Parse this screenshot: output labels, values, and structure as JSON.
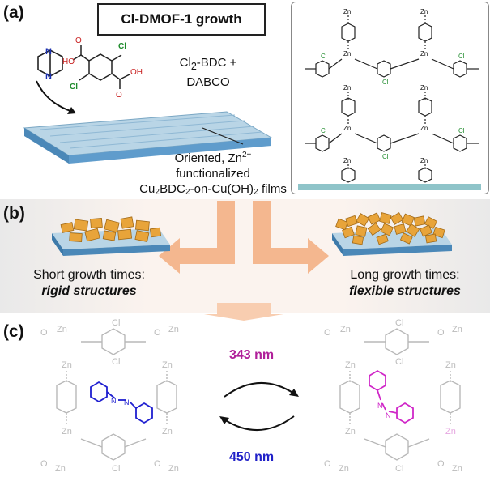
{
  "panel_a": {
    "label": "(a)",
    "title": "Cl-DMOF-1 growth",
    "reagent_line1": "Cl",
    "reagent_sub": "2",
    "reagent_line1_rest": "-BDC +",
    "reagent_line2": "DABCO",
    "film_line1_pre": "Oriented, Zn",
    "film_line1_sup": "2+",
    "film_line1_post": " functionalized",
    "film_line2": "Cu₂BDC₂-on-Cu(OH)₂ films",
    "mol_labels": {
      "zn": "Zn",
      "cl": "Cl",
      "n": "N",
      "o": "O"
    }
  },
  "panel_b": {
    "label": "(b)",
    "left_caption": "Short growth times:",
    "left_emphasis": "rigid structures",
    "right_caption": "Long growth times:",
    "right_emphasis": "flexible structures"
  },
  "panel_c": {
    "label": "(c)",
    "forward_wavelength": "343 nm",
    "reverse_wavelength": "450 nm",
    "colors": {
      "trans": "#1f1fd0",
      "cis": "#d028c8",
      "forward": "#b0209a",
      "reverse": "#2020c8"
    }
  }
}
